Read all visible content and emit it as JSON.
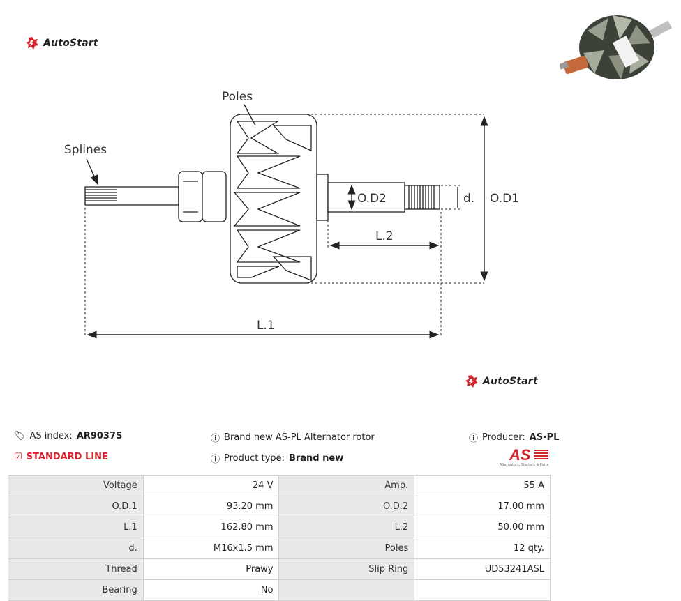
{
  "brand": {
    "name": "AutoStart"
  },
  "photo": {
    "icon": "rotor-photo"
  },
  "diagram": {
    "labels": {
      "poles": "Poles",
      "splines": "Splines",
      "od2": "O.D2",
      "d": "d.",
      "od1": "O.D1",
      "l2": "L.2",
      "l1": "L.1"
    }
  },
  "info": {
    "as_index_label": "AS index:",
    "as_index_value": "AR9037S",
    "standard_line": "STANDARD LINE",
    "description": "Brand new AS-PL Alternator rotor",
    "product_type_label": "Product type:",
    "product_type_value": "Brand new",
    "producer_label": "Producer:",
    "producer_value": "AS-PL",
    "as_logo_text": "AS",
    "as_logo_tagline": "Alternators, Starters & Parts"
  },
  "specs": {
    "rows": [
      {
        "k1": "Voltage",
        "v1": "24 V",
        "k2": "Amp.",
        "v2": "55 A"
      },
      {
        "k1": "O.D.1",
        "v1": "93.20 mm",
        "k2": "O.D.2",
        "v2": "17.00 mm"
      },
      {
        "k1": "L.1",
        "v1": "162.80 mm",
        "k2": "L.2",
        "v2": "50.00 mm"
      },
      {
        "k1": "d.",
        "v1": "M16x1.5 mm",
        "k2": "Poles",
        "v2": "12 qty."
      },
      {
        "k1": "Thread",
        "v1": "Prawy",
        "k2": "Slip Ring",
        "v2": "UD53241ASL"
      },
      {
        "k1": "Bearing",
        "v1": "No",
        "k2": "",
        "v2": ""
      }
    ]
  },
  "colors": {
    "accent": "#d5262f",
    "table_key_bg": "#e9e9e9",
    "border": "#cfcfcf"
  }
}
